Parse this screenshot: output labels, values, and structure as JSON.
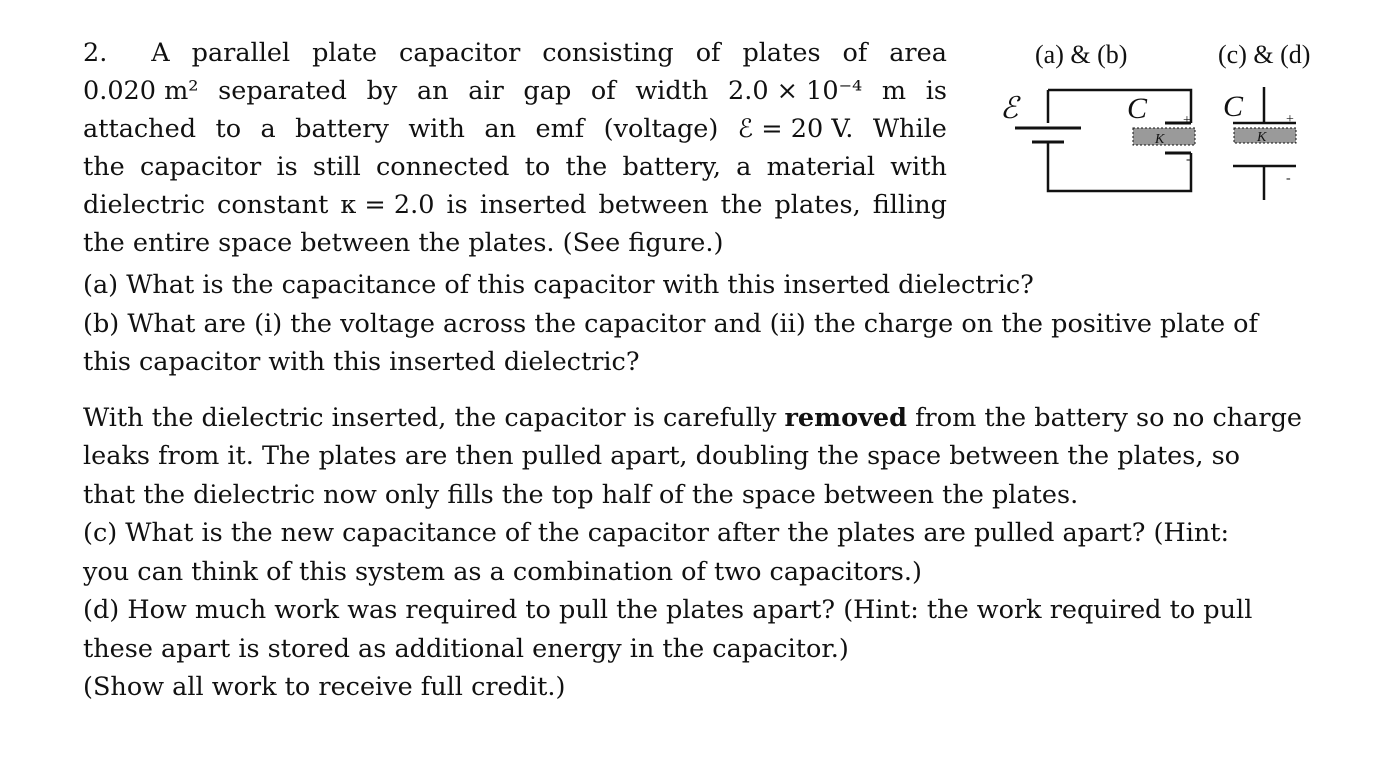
{
  "problem": {
    "number": "2.",
    "intro_lines": [
      [
        "A",
        "parallel",
        "plate",
        "capacitor",
        "consisting",
        "of",
        "plates",
        "of",
        "area"
      ],
      [
        "0.020 m²",
        "separated",
        "by",
        "an",
        "air",
        "gap",
        "of",
        "width",
        "2.0 × 10⁻⁴",
        "m",
        "is"
      ],
      [
        "attached",
        "to",
        "a",
        "battery",
        "with",
        "an",
        "emf",
        "(voltage)",
        "ℰ = 20 V.",
        "While"
      ],
      [
        "the",
        "capacitor",
        "is",
        "still",
        "connected",
        "to",
        "the",
        "battery,",
        "a",
        "material",
        "with"
      ],
      [
        "dielectric",
        "constant",
        "κ = 2.0",
        "is",
        "inserted",
        "between",
        "the",
        "plates,",
        "filling"
      ]
    ],
    "intro_last": "the entire space between the plates. (See figure.)",
    "part_a": "(a) What is the capacitance of this capacitor with this inserted dielectric?",
    "part_b_line1": "(b) What are (i) the voltage across the capacitor and (ii) the charge on the positive plate of",
    "part_b_line2": "this capacitor with this inserted dielectric?",
    "para2_line1_pre": "With the dielectric inserted, the capacitor is carefully",
    "para2_line1_bold": "removed",
    "para2_line1_post": "from the battery so no charge",
    "para2_line2": "leaks from it. The plates are then pulled apart, doubling the space between the plates, so",
    "para2_line3": "that the dielectric now only fills the top half of the space between the plates.",
    "part_c_line1": "(c) What is the new capacitance of the capacitor after the plates are pulled apart? (Hint:",
    "part_c_line2": "you can think of this system as a combination of two capacitors.)",
    "part_d_line1": "(d) How much work was required to pull the plates apart? (Hint: the work required to pull",
    "part_d_line2": "these apart is stored as additional energy in the capacitor.)",
    "closing": "(Show all work to receive full credit.)"
  },
  "figure": {
    "label_ab": "(a) & (b)",
    "label_cd": "(c) & (d)",
    "emf_symbol": "ℰ",
    "cap_label": "C",
    "kappa_label": "K",
    "plus": "+",
    "minus": "-"
  }
}
